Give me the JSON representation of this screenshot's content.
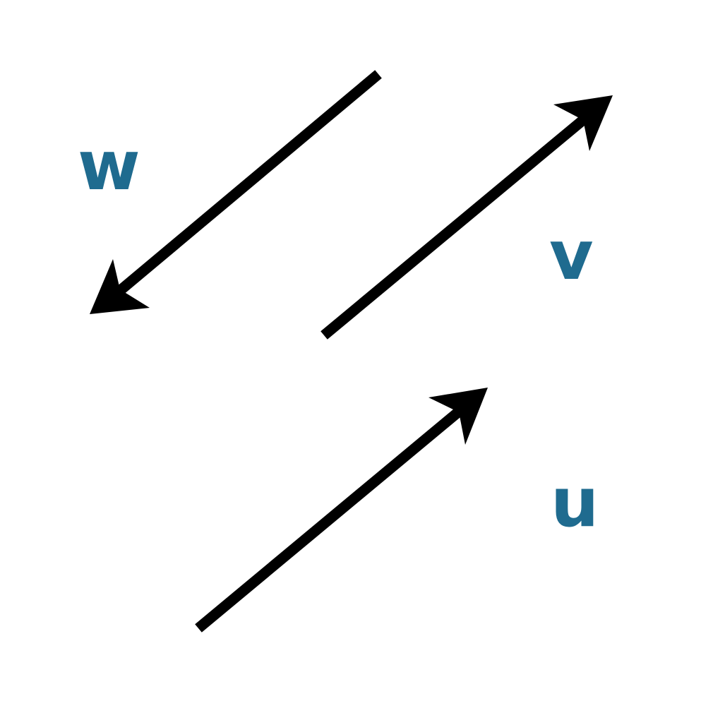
{
  "colors": {
    "arrow": "#000000",
    "label": "#1f6b8f",
    "background": "#ffffff"
  },
  "vectors": [
    {
      "id": "w",
      "label": "w",
      "direction": "down-left"
    },
    {
      "id": "v",
      "label": "v",
      "direction": "up-right"
    },
    {
      "id": "u",
      "label": "u",
      "direction": "up-right"
    }
  ]
}
